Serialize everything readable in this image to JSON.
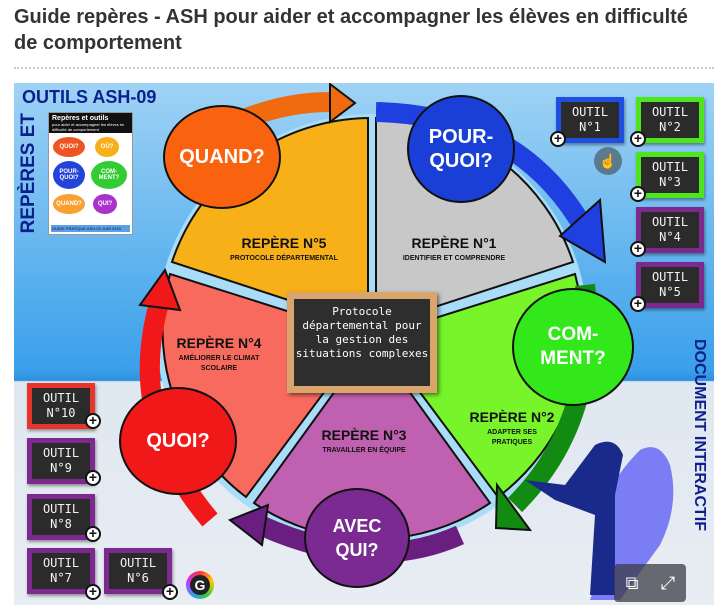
{
  "header": {
    "title": "Guide repères - ASH pour aider et accompagner les élèves en difficulté de comportement"
  },
  "infographic": {
    "top_label": "OUTILS ASH-09",
    "side_label": "REPÈRES ET",
    "right_label": "DOCUMENT INTERACTIF",
    "cover": {
      "title": "Repères et outils",
      "subtitle": "pour aider et accompagner les élèves en difficulté de comportement",
      "bubbles": [
        "QUOI?",
        "OÙ?",
        "POUR-QUOI?",
        "COM-MENT?",
        "QUAND?",
        "QUI?"
      ],
      "footer": "GUIDE PRATIQUE ASH-09   JUIN 2015"
    },
    "center_board": "Protocole départemental pour la gestion des situations complexes",
    "questions": {
      "quand": "QUAND?",
      "pourquoi": "POUR-QUOI?",
      "comment": "COM-MENT?",
      "avecqui": "AVEC QUI?",
      "quoi": "QUOI?"
    },
    "reperes": [
      {
        "title": "REPÈRE N°1",
        "subtitle": "IDENTIFIER ET COMPRENDRE",
        "color": "#c8c8c8"
      },
      {
        "title": "REPÈRE N°2",
        "subtitle": "ADAPTER SES PRATIQUES",
        "color": "#77f52a"
      },
      {
        "title": "REPÈRE N°3",
        "subtitle": "TRAVAILLER EN ÉQUIPE",
        "color": "#c060b0"
      },
      {
        "title": "REPÈRE N°4",
        "subtitle": "AMÉLIORER LE CLIMAT SCOLAIRE",
        "color": "#f86a5e"
      },
      {
        "title": "REPÈRE N°5",
        "subtitle": "PROTOCOLE DÉPARTEMENTAL",
        "color": "#f8b018"
      }
    ],
    "tools": [
      {
        "label": "OUTIL",
        "num": "N°1",
        "color": "#1f4fe0"
      },
      {
        "label": "OUTIL",
        "num": "N°2",
        "color": "#4ee51c"
      },
      {
        "label": "OUTIL",
        "num": "N°3",
        "color": "#4ee51c"
      },
      {
        "label": "OUTIL",
        "num": "N°4",
        "color": "#7d2a8e"
      },
      {
        "label": "OUTIL",
        "num": "N°5",
        "color": "#7d2a8e"
      },
      {
        "label": "OUTIL",
        "num": "N°6",
        "color": "#7d2a8e"
      },
      {
        "label": "OUTIL",
        "num": "N°7",
        "color": "#7d2a8e"
      },
      {
        "label": "OUTIL",
        "num": "N°8",
        "color": "#7d2a8e"
      },
      {
        "label": "OUTIL",
        "num": "N°9",
        "color": "#7d2a8e"
      },
      {
        "label": "OUTIL",
        "num": "N°10",
        "color": "#e8342a"
      }
    ]
  },
  "controls": {
    "share": "share-icon",
    "expand": "expand-icon",
    "logo": "G"
  }
}
